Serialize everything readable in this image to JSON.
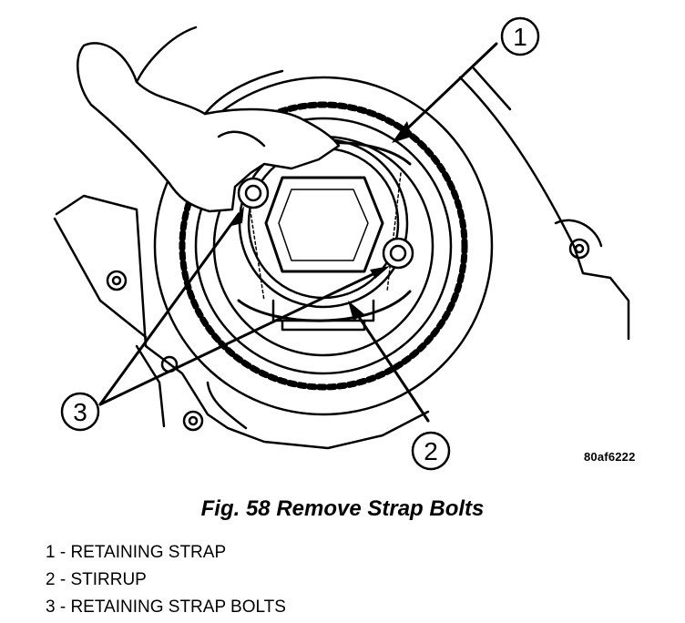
{
  "figure": {
    "callouts": [
      "1",
      "2",
      "3"
    ],
    "code": "80af6222",
    "caption": "Fig. 58 Remove Strap Bolts",
    "legend": [
      "1 - RETAINING STRAP",
      "2 - STIRRUP",
      "3 - RETAINING STRAP BOLTS"
    ]
  }
}
